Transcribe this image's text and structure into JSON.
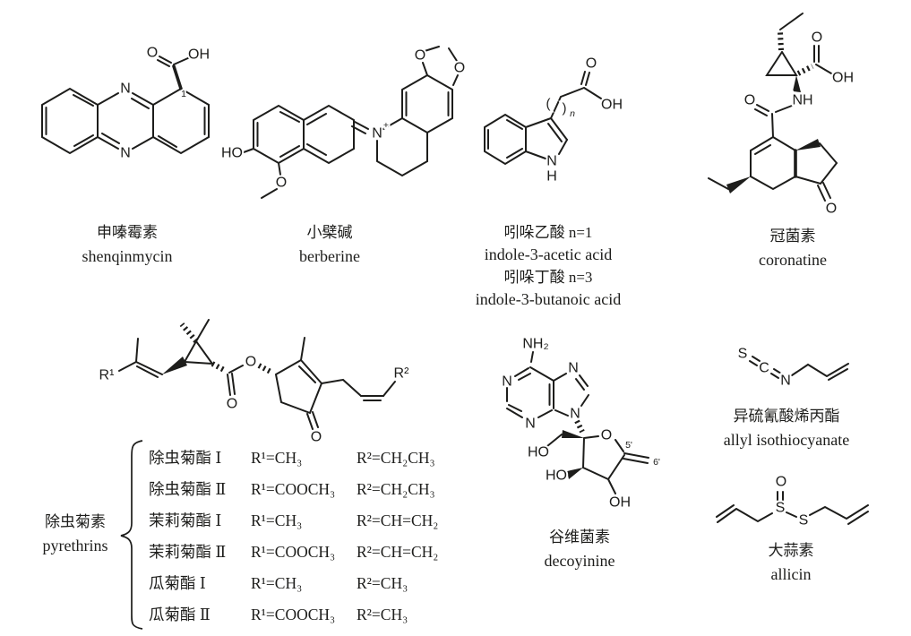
{
  "figure": {
    "background": "#ffffff",
    "ink": "#1d1d1b"
  },
  "compounds": {
    "shenqinmycin": {
      "name_zh": "申嗪霉素",
      "name_en": "shenqinmycin",
      "atoms": {
        "carbonyl_o": "O",
        "hydroxyl": "OH",
        "n_top": "N",
        "n_bottom": "N",
        "position_1": "1"
      }
    },
    "berberine": {
      "name_zh": "小檗碱",
      "name_en": "berberine",
      "atoms": {
        "ho": "HO",
        "methoxy_o": "O",
        "n": "N",
        "n_charge": "+",
        "dioxole_o_left": "O",
        "dioxole_o_right": "O"
      }
    },
    "indole_auxins": {
      "line1_zh": "吲哚乙酸 n=1",
      "line1_en": "indole-3-acetic acid",
      "line2_zh": "吲哚丁酸 n=3",
      "line2_en": "indole-3-butanoic acid",
      "atoms": {
        "carbonyl_o": "O",
        "hydroxyl": "OH",
        "paren_left": "(",
        "paren_right": ")",
        "paren_n": "n",
        "ring_n": "N",
        "ring_h": "H"
      }
    },
    "coronatine": {
      "name_zh": "冠菌素",
      "name_en": "coronatine",
      "atoms": {
        "acid_o": "O",
        "acid_oh": "OH",
        "amide_nh": "NH",
        "amide_o": "O",
        "ketone_o": "O"
      }
    },
    "pyrethrin_core": {
      "atoms": {
        "r1": "R¹",
        "ester_carbonyl_o": "O",
        "ester_o": "O",
        "ketone_o": "O",
        "r2": "R²"
      }
    },
    "decoyinine": {
      "name_zh": "谷维菌素",
      "name_en": "decoyinine",
      "atoms": {
        "nh2": "NH₂",
        "n1": "N",
        "n3": "N",
        "n7": "N",
        "n9": "N",
        "ring_o": "O",
        "ho_arm": "HO",
        "ho_3": "HO",
        "oh_4": "OH",
        "pos5": "5'",
        "pos6": "6'"
      }
    },
    "allyl_isothiocyanate": {
      "name_zh": "异硫氰酸烯丙酯",
      "name_en": "allyl isothiocyanate",
      "atoms": {
        "s": "S",
        "c": "C",
        "n": "N"
      }
    },
    "allicin": {
      "name_zh": "大蒜素",
      "name_en": "allicin",
      "atoms": {
        "o": "O",
        "s1": "S",
        "s2": "S"
      }
    }
  },
  "pyrethrins_table": {
    "group_zh": "除虫菊素",
    "group_en": "pyrethrins",
    "rows": [
      {
        "name": "除虫菊酯 Ⅰ",
        "r1": "R¹=CH₃",
        "r2": "R²=CH₂CH₃"
      },
      {
        "name": "除虫菊酯 Ⅱ",
        "r1": "R¹=COOCH₃",
        "r2": "R²=CH₂CH₃"
      },
      {
        "name": "茉莉菊酯 Ⅰ",
        "r1": "R¹=CH₃",
        "r2": "R²=CH=CH₂"
      },
      {
        "name": "茉莉菊酯 Ⅱ",
        "r1": "R¹=COOCH₃",
        "r2": "R²=CH=CH₂"
      },
      {
        "name": "瓜菊酯 Ⅰ",
        "r1": "R¹=CH₃",
        "r2": "R²=CH₃"
      },
      {
        "name": "瓜菊酯 Ⅱ",
        "r1": "R¹=COOCH₃",
        "r2": "R²=CH₃"
      }
    ]
  }
}
